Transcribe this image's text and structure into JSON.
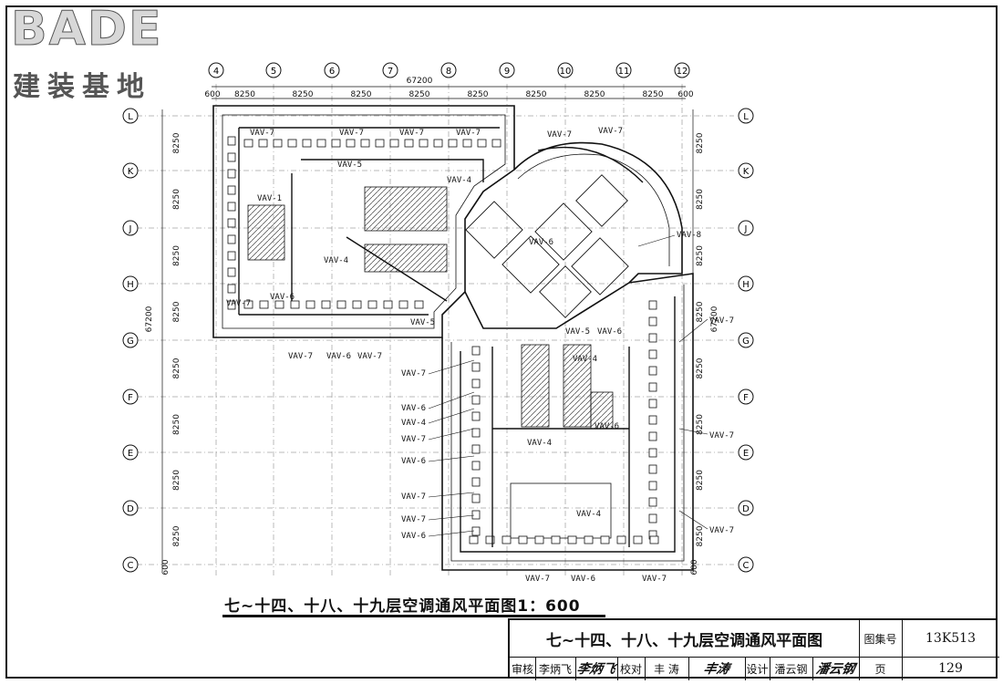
{
  "logo": {
    "word": "BADE",
    "subtitle": "建装基地"
  },
  "plan": {
    "overall_dim": "67200",
    "axes_top": [
      "4",
      "5",
      "6",
      "7",
      "8",
      "9",
      "10",
      "11",
      "12"
    ],
    "top_segments": [
      "600",
      "8250",
      "8250",
      "8250",
      "8250",
      "8250",
      "8250",
      "8250",
      "8250",
      "600"
    ],
    "axes_side": [
      "L",
      "K",
      "J",
      "H",
      "G",
      "F",
      "E",
      "D",
      "C"
    ],
    "side_segments": [
      "8250",
      "8250",
      "8250",
      "8250",
      "8250",
      "8250",
      "8250",
      "8250"
    ],
    "edge_dim": "600",
    "title": "七~十四、十八、十九层空调通风平面图1：600"
  },
  "labels": {
    "vav7": "VAV-7",
    "vav6": "VAV-6",
    "vav5": "VAV-5",
    "vav4": "VAV-4",
    "vav8": "VAV-8",
    "vav1": "VAV-1"
  },
  "title_block": {
    "drawing_name": "七~十四、十八、十九层空调通风平面图",
    "atlas_label": "图集号",
    "atlas_no": "13K513",
    "review_label": "审核",
    "reviewer": "李炳飞",
    "reviewer_sig": "李炳飞",
    "check_label": "校对",
    "checker": "丰 涛",
    "checker_sig": "丰涛",
    "design_label": "设计",
    "designer": "潘云钢",
    "designer_sig": "潘云钢",
    "page_label": "页",
    "page_no": "129"
  }
}
